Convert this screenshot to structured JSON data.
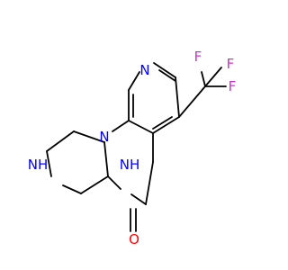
{
  "molecule": {
    "colors": {
      "bond": "#000000",
      "N": "#0000ff",
      "O": "#ff0000",
      "F": "#cc33cc"
    },
    "labels": {
      "ring_n_top": "N",
      "ring_n_bridge": "N",
      "nh_left": "NH",
      "nh_right": "NH",
      "carbonyl_o": "O",
      "f_top": "F",
      "f_right_top": "F",
      "f_right": "F"
    }
  }
}
